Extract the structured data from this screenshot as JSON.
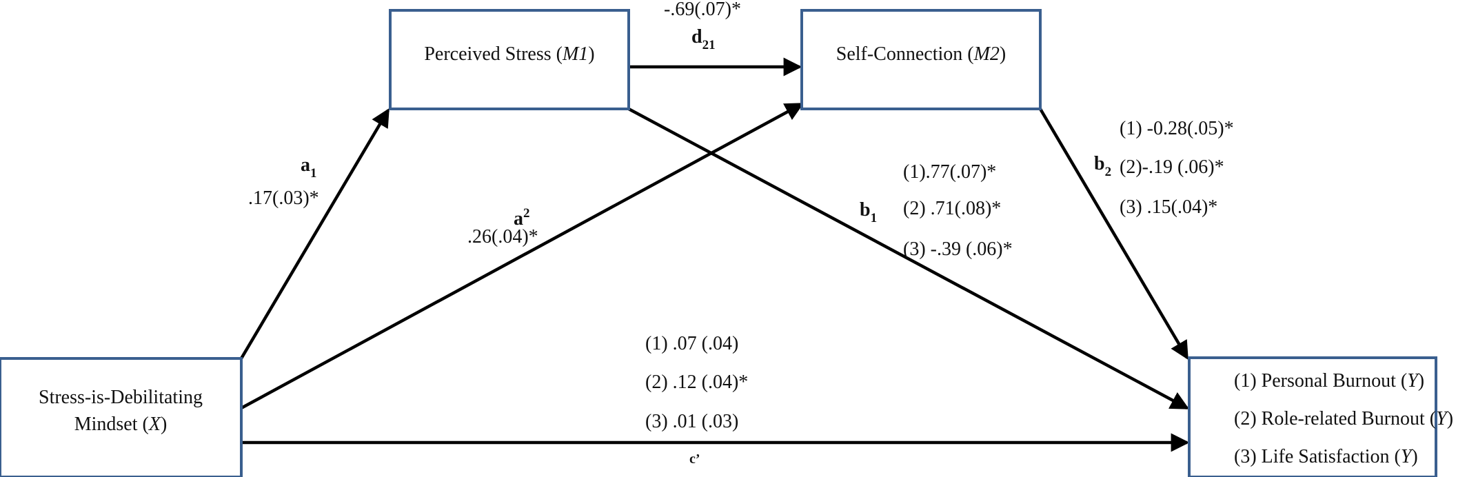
{
  "nodes": {
    "x": {
      "line1": "Stress-is-Debilitating",
      "line2_text": "Mindset (",
      "line2_var": "X",
      "line2_close": ")"
    },
    "m1": {
      "text": "Perceived Stress (",
      "var": "M1",
      "close": ")"
    },
    "m2": {
      "text": "Self-Connection (",
      "var": "M2",
      "close": ")"
    },
    "y": {
      "items": [
        {
          "text": "(1) Personal Burnout (",
          "var": "Y",
          "close": ")"
        },
        {
          "text": "(2) Role-related Burnout (",
          "var": "Y",
          "close": ")"
        },
        {
          "text": "(3) Life Satisfaction (",
          "var": "Y",
          "close": ")"
        }
      ]
    }
  },
  "paths": {
    "a1": {
      "label": "a",
      "sub": "1",
      "value": ".17(.03)*"
    },
    "a2": {
      "label": "a",
      "sub": "2",
      "value": ".26(.04)*"
    },
    "d21": {
      "label": "d",
      "sub": "21",
      "value": "-.69(.07)*"
    },
    "b1": {
      "label": "b",
      "sub": "1",
      "values": [
        "(1).77(.07)*",
        "(2) .71(.08)*",
        "(3) -.39 (.06)*"
      ]
    },
    "b2": {
      "label": "b",
      "sub": "2",
      "values": [
        "(1) -0.28(.05)*",
        "(2)-.19 (.06)*",
        "(3)  .15(.04)*"
      ]
    },
    "c_prime": {
      "label": "c’",
      "values": [
        "(1) .07 (.04)",
        "(2) .12 (.04)*",
        "(3) .01 (.03)"
      ]
    }
  }
}
